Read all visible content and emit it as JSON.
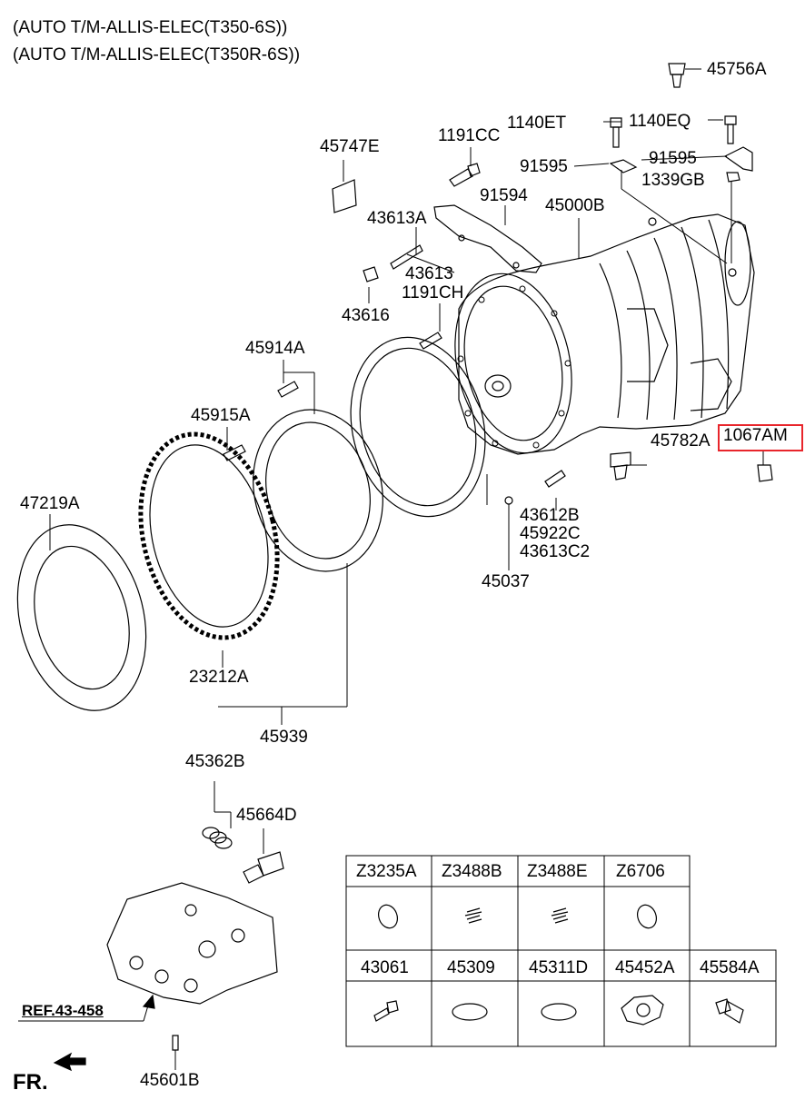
{
  "header": {
    "line1": "(AUTO T/M-ALLIS-ELEC(T350-6S))",
    "line2": "(AUTO T/M-ALLIS-ELEC(T350R-6S))"
  },
  "parts": {
    "p45756A": "45756A",
    "p1140ET": "1140ET",
    "p1140EQ": "1140EQ",
    "p1191CC": "1191CC",
    "p45747E": "45747E",
    "p91595a": "91595",
    "p91595b": "91595",
    "p1339GB": "1339GB",
    "p91594": "91594",
    "p45000B": "45000B",
    "p43613A": "43613A",
    "p43613": "43613",
    "p1191CH": "1191CH",
    "p43616": "43616",
    "p45914A": "45914A",
    "p1067AM": "1067AM",
    "p45915A": "45915A",
    "p45782A": "45782A",
    "p47219A": "47219A",
    "p43612B": "43612B",
    "p45922C": "45922C",
    "p43613C2": "43613C2",
    "p45037": "45037",
    "p23212A": "23212A",
    "p45939": "45939",
    "p45362B": "45362B",
    "p45664D": "45664D",
    "p45601B": "45601B"
  },
  "ref_label": "REF.43-458",
  "fr_label": "FR.",
  "table": {
    "row1": [
      "Z3235A",
      "Z3488B",
      "Z3488E",
      "Z6706"
    ],
    "row2": [
      "43061",
      "45309",
      "45311D",
      "45452A",
      "45584A"
    ]
  },
  "colors": {
    "highlight": "#e8252b",
    "line": "#000000"
  }
}
